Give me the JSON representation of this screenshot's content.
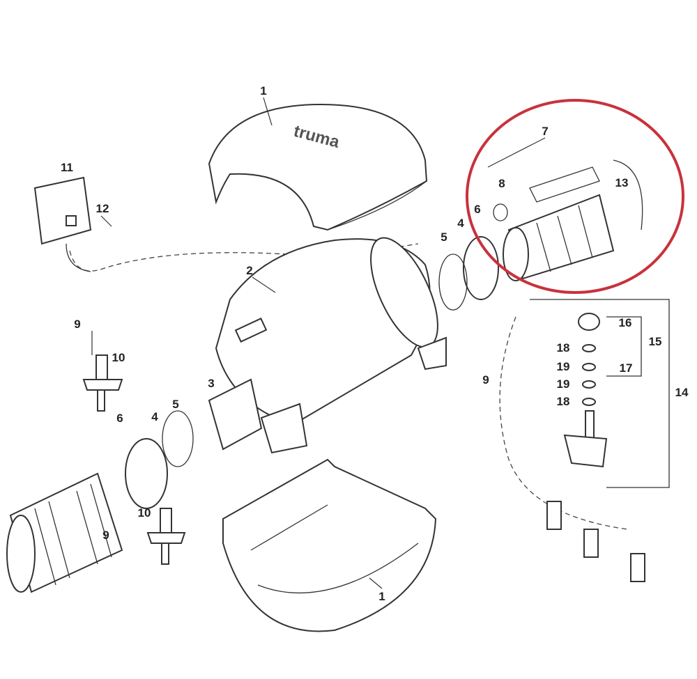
{
  "diagram": {
    "logo_text": "truma",
    "highlight_color": "#c8323c",
    "labels": {
      "cover_top": "1",
      "cover_bottom": "1",
      "tank": "2",
      "part3": "3",
      "part4_left": "4",
      "part4_right": "4",
      "part5_left": "5",
      "part5_right": "5",
      "part6_left": "6",
      "part6_right": "6",
      "part7": "7",
      "part8": "8",
      "part9_upper_left": "9",
      "part9_lower_left": "9",
      "part9_right": "9",
      "part10_upper": "10",
      "part10_lower": "10",
      "part11": "11",
      "part12": "12",
      "part13": "13",
      "part14": "14",
      "part15": "15",
      "part16": "16",
      "part17": "17",
      "part18_upper": "18",
      "part18_lower": "18",
      "part19_upper": "19",
      "part19_lower": "19"
    }
  }
}
